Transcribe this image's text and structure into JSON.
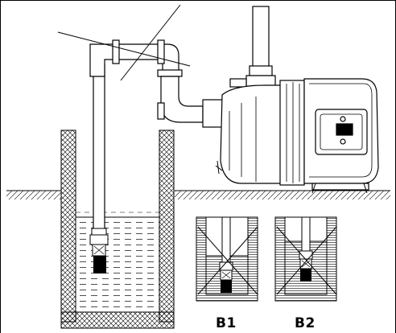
{
  "diagram": {
    "labels": {
      "b1": "B1",
      "b2": "B2"
    },
    "colors": {
      "line": "#000000",
      "background": "#ffffff",
      "hatch": "#000000"
    },
    "icons": {
      "pump": "jet-pump-drawing",
      "well": "well-cross-section",
      "foot_valve": "foot-valve"
    }
  }
}
